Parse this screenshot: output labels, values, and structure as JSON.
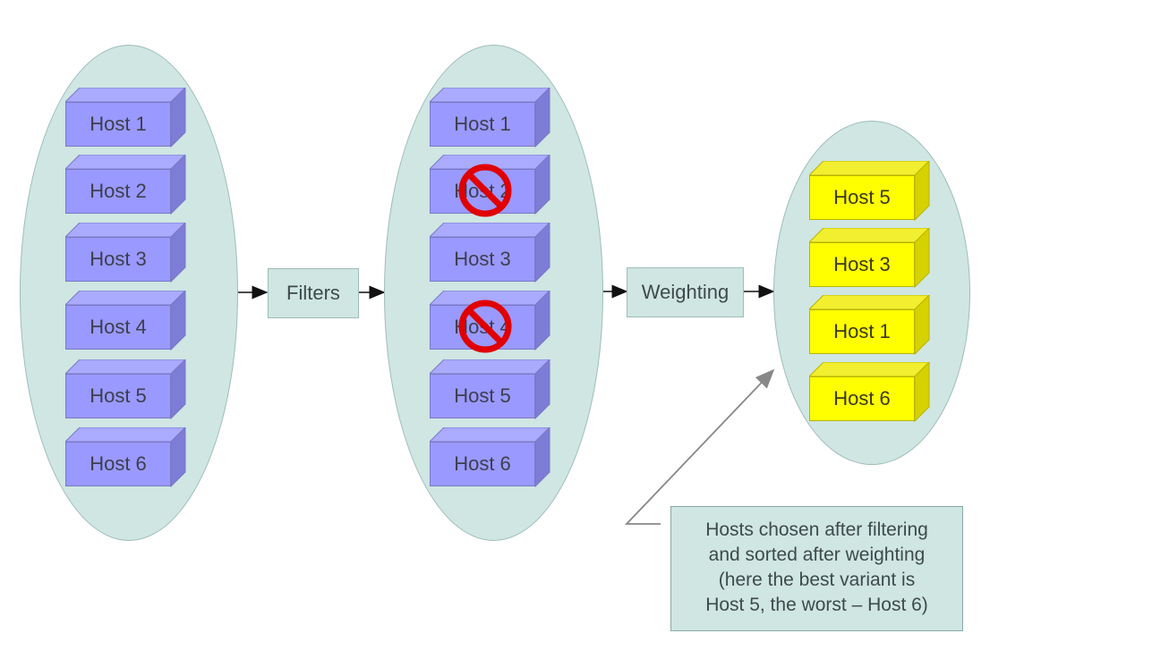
{
  "stages": {
    "all_hosts": [
      "Host 1",
      "Host 2",
      "Host 3",
      "Host 4",
      "Host 5",
      "Host 6"
    ],
    "after_filter_hosts": [
      "Host 1",
      "Host 2",
      "Host 3",
      "Host 4",
      "Host 5",
      "Host 6"
    ],
    "filtered_out": [
      "Host 2",
      "Host 4"
    ],
    "chosen_sorted_hosts": [
      "Host 5",
      "Host 3",
      "Host 1",
      "Host 6"
    ]
  },
  "steps": {
    "filters_label": "Filters",
    "weighting_label": "Weighting"
  },
  "note": {
    "lines": [
      "Hosts chosen after filtering",
      "and sorted after weighting",
      "(here the best variant is",
      "Host 5, the worst – Host 6)"
    ]
  },
  "colors": {
    "ellipse_fill": "#cfe6e3",
    "host_blue": "#9999ff",
    "host_yellow": "#ffff00",
    "ban_red": "#e00000"
  }
}
